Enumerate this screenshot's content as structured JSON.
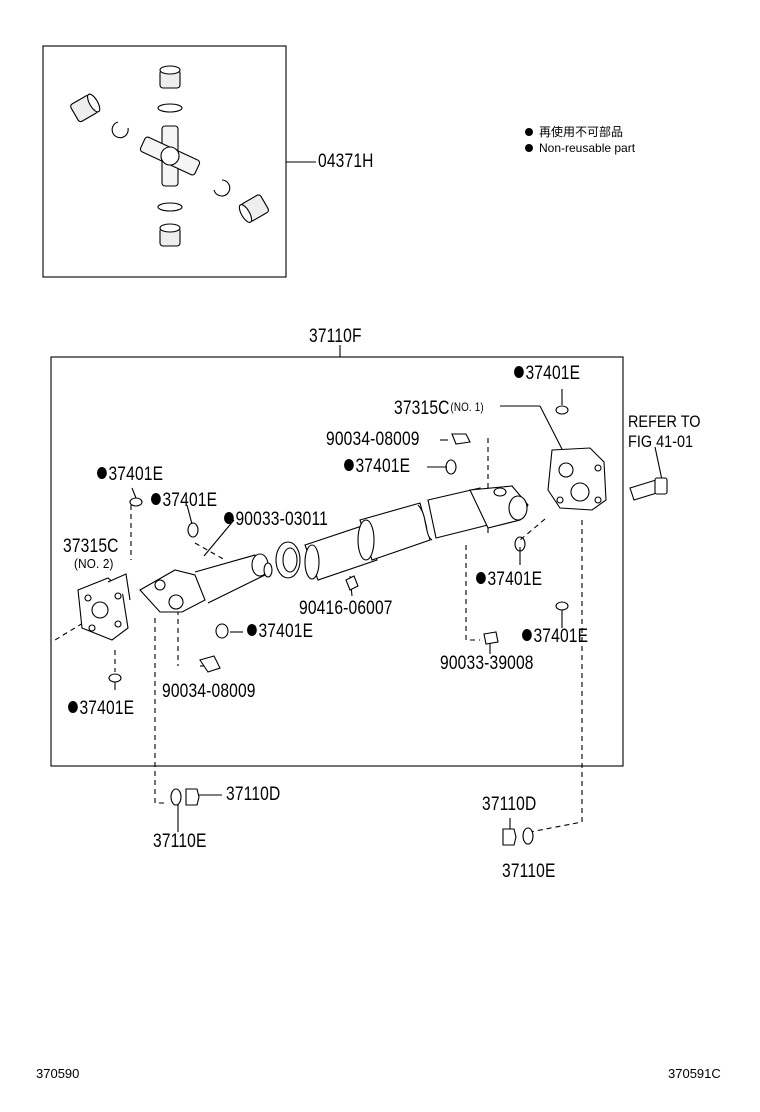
{
  "legend": {
    "line1": "再使用不可部品",
    "line2": "Non-reusable part"
  },
  "labels": {
    "kit_04371H": "04371H",
    "assy_37110F": "37110F",
    "part_37401E": "37401E",
    "part_37315C": "37315C",
    "no1": "(NO. 1)",
    "no2": "(NO. 2)",
    "part_90034_08009": "90034-08009",
    "part_90033_03011": "90033-03011",
    "part_90416_06007": "90416-06007",
    "part_90033_39008": "90033-39008",
    "part_37110D": "37110D",
    "part_37110E": "37110E"
  },
  "refer": {
    "line1": "REFER TO",
    "line2": "FIG 41-01"
  },
  "footer": {
    "left_code": "370590",
    "right_code": "370591C"
  }
}
